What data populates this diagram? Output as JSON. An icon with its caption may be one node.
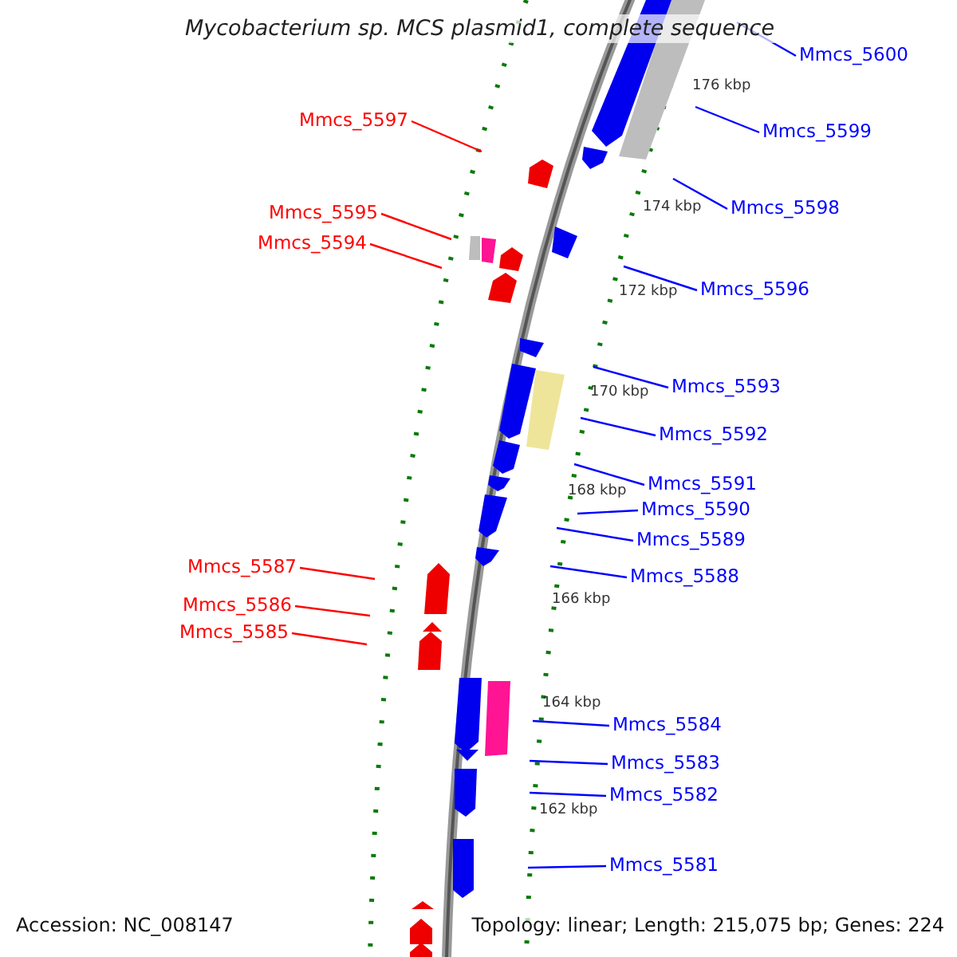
{
  "diagram": {
    "title": "Mycobacterium sp. MCS plasmid1, complete sequence",
    "nodes": [
      {
        "text": [
          "Mmcs_5600"
        ]
      },
      {
        "text": [
          "Mmcs_5599"
        ]
      },
      {
        "text": [
          "Mmcs_5597"
        ]
      },
      {
        "text": [
          "Mmcs_5598"
        ]
      },
      {
        "text": [
          "Mmcs_5595"
        ]
      },
      {
        "text": [
          "Mmcs_5594"
        ]
      },
      {
        "text": [
          "Mmcs_5596"
        ]
      },
      {
        "text": [
          "Mmcs_5593"
        ]
      },
      {
        "text": [
          "Mmcs_5592"
        ]
      },
      {
        "text": [
          "Mmcs_5591"
        ]
      },
      {
        "text": [
          "Mmcs_5590"
        ]
      },
      {
        "text": [
          "Mmcs_5589"
        ]
      },
      {
        "text": [
          "Mmcs_5588"
        ]
      },
      {
        "text": [
          "Mmcs_5587"
        ]
      },
      {
        "text": [
          "Mmcs_5586"
        ]
      },
      {
        "text": [
          "Mmcs_5585"
        ]
      },
      {
        "text": [
          "Mmcs_5584"
        ]
      },
      {
        "text": [
          "Mmcs_5583"
        ]
      },
      {
        "text": [
          "Mmcs_5582"
        ]
      },
      {
        "text": [
          "Mmcs_5581"
        ]
      }
    ],
    "edges": [
      {
        "from": 0,
        "to": null,
        "arrow": "none"
      },
      {
        "from": 1,
        "to": null,
        "arrow": "none"
      },
      {
        "from": 2,
        "to": null,
        "arrow": "none",
        "color": "#ff0000"
      },
      {
        "from": 3,
        "to": null,
        "arrow": "none"
      },
      {
        "from": 4,
        "to": null,
        "arrow": "none",
        "color": "#ff0000"
      },
      {
        "from": 5,
        "to": null,
        "arrow": "none",
        "color": "#ff0000"
      },
      {
        "from": 6,
        "to": null,
        "arrow": "none"
      },
      {
        "from": 7,
        "to": null,
        "arrow": "none"
      },
      {
        "from": 8,
        "to": null,
        "arrow": "none"
      },
      {
        "from": 9,
        "to": null,
        "arrow": "none"
      },
      {
        "from": 10,
        "to": null,
        "arrow": "none"
      },
      {
        "from": 11,
        "to": null,
        "arrow": "none"
      },
      {
        "from": 12,
        "to": null,
        "arrow": "none"
      },
      {
        "from": 13,
        "to": null,
        "arrow": "none",
        "color": "#ff0000"
      },
      {
        "from": 14,
        "to": null,
        "arrow": "none",
        "color": "#ff0000"
      },
      {
        "from": 15,
        "to": null,
        "arrow": "none",
        "color": "#ff0000"
      },
      {
        "from": 16,
        "to": null,
        "arrow": "none"
      },
      {
        "from": 17,
        "to": null,
        "arrow": "none"
      },
      {
        "from": 18,
        "to": null,
        "arrow": "none"
      },
      {
        "from": 19,
        "to": null,
        "arrow": "none"
      }
    ],
    "labels": [
      "176 kbp",
      "174 kbp",
      "172 kbp",
      "170 kbp",
      "168 kbp",
      "166 kbp",
      "164 kbp",
      "162 kbp",
      "Accession: NC_008147",
      "Topology: linear; Length: 215,075 bp; Genes: 224"
    ]
  }
}
